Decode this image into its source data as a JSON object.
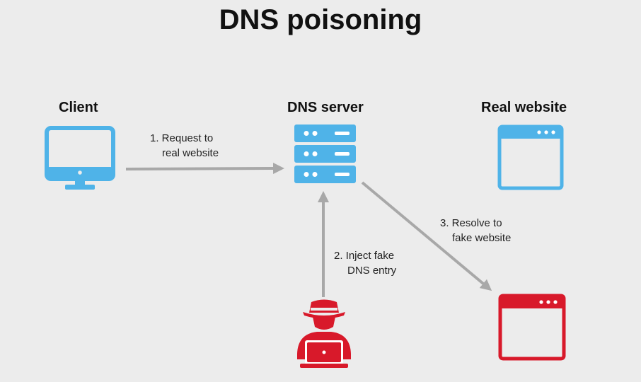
{
  "title": "DNS poisoning",
  "nodes": {
    "client": {
      "label": "Client"
    },
    "dns_server": {
      "label": "DNS server"
    },
    "real_website": {
      "label": "Real website"
    }
  },
  "steps": [
    {
      "line1": "1. Request to",
      "line2": "real website"
    },
    {
      "line1": "2. Inject fake",
      "line2": "DNS entry"
    },
    {
      "line1": "3. Resolve to",
      "line2": "fake website"
    }
  ],
  "colors": {
    "blue": "#4fb3e8",
    "red": "#d8192a",
    "arrow": "#a8a8a8",
    "background": "#ececec"
  },
  "icons": {
    "client": "monitor-icon",
    "dns_server": "server-stack-icon",
    "real_website": "browser-window-icon",
    "attacker": "hacker-icon",
    "fake_website": "browser-window-icon"
  }
}
